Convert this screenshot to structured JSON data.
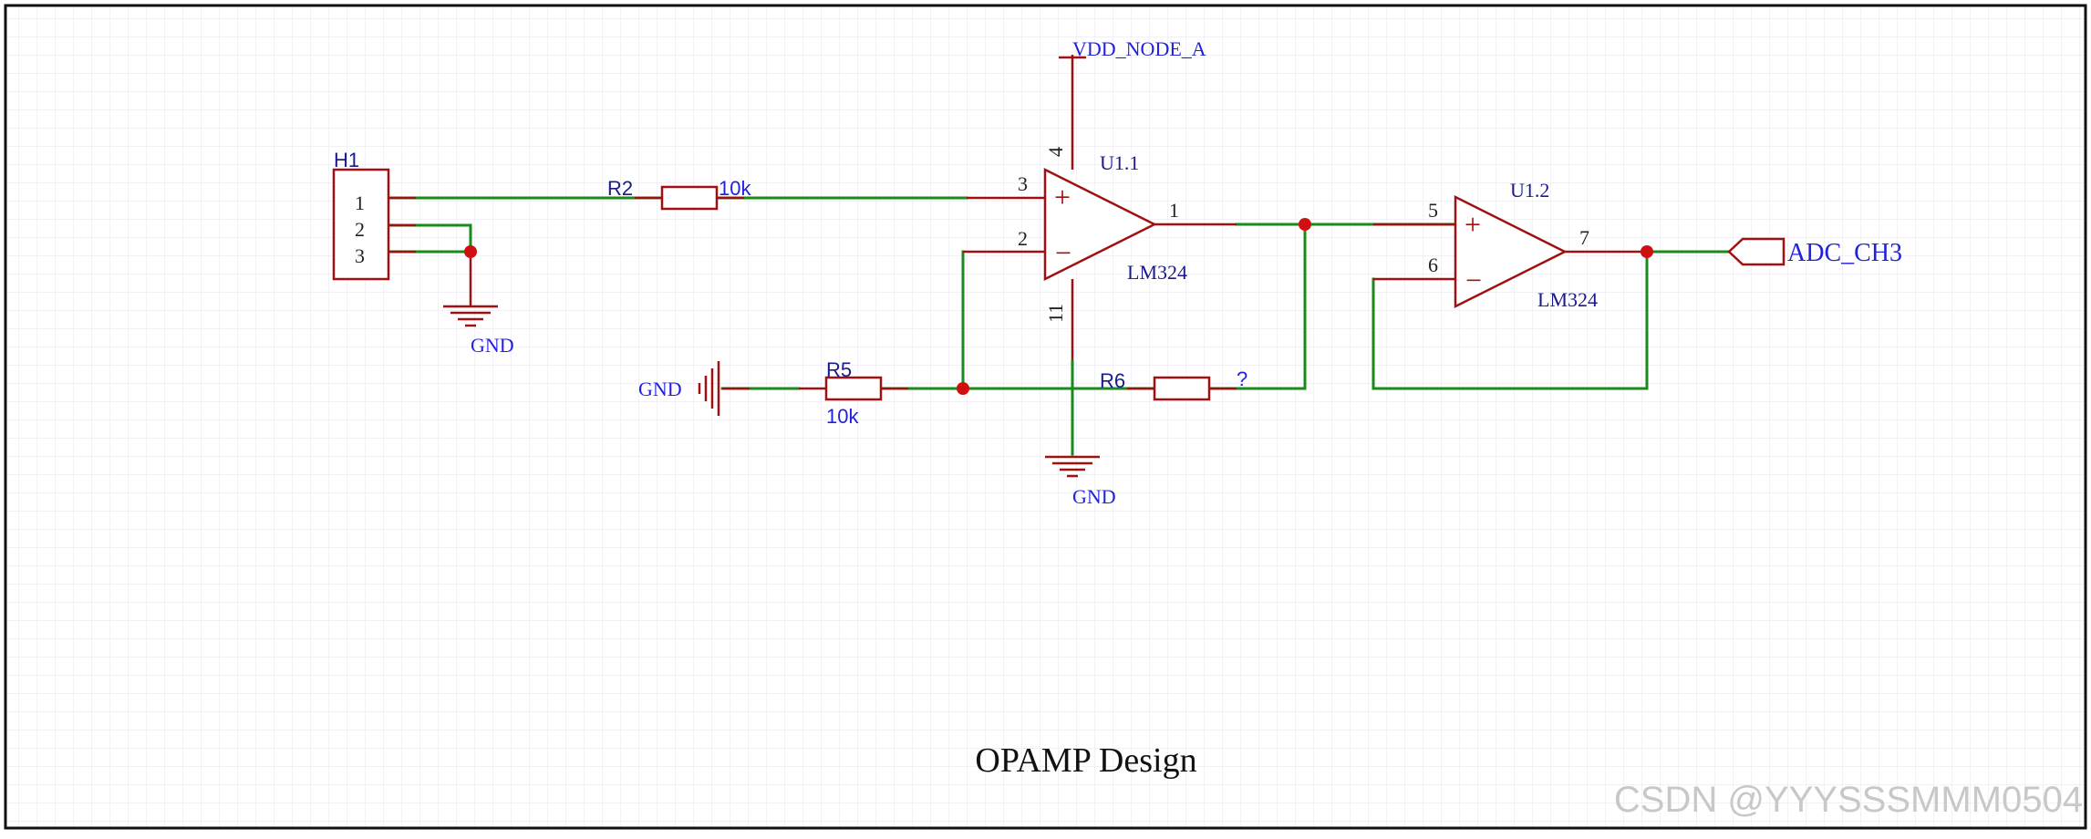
{
  "title": "OPAMP Design",
  "watermark": "CSDN @YYYSSSMMM0504",
  "colors": {
    "wire": "#1a8a1a",
    "symbol": "#a01010",
    "junction": "#d01010",
    "net_label": "#2222dd",
    "designator": "#1a1a8c",
    "grid": "#e6e6ec"
  },
  "connector": {
    "designator": "H1",
    "pins": [
      "1",
      "2",
      "3"
    ]
  },
  "resistors": {
    "r2": {
      "designator": "R2",
      "value": "10k"
    },
    "r5": {
      "designator": "R5",
      "value": "10k"
    },
    "r6": {
      "designator": "R6",
      "value": "?"
    }
  },
  "opamps": {
    "u1_1": {
      "designator": "U1.1",
      "part": "LM324",
      "pins": {
        "noninv": "3",
        "inv": "2",
        "out": "1",
        "vcc": "4",
        "gnd": "11"
      }
    },
    "u1_2": {
      "designator": "U1.2",
      "part": "LM324",
      "pins": {
        "noninv": "5",
        "inv": "6",
        "out": "7"
      }
    }
  },
  "symbols": {
    "plus": "+",
    "minus": "−"
  },
  "power": {
    "vdd": "VDD_NODE_A",
    "gnd_connector": "GND",
    "gnd_opamp": "GND",
    "gnd_r5": "GND"
  },
  "port": {
    "label": "ADC_CH3"
  }
}
